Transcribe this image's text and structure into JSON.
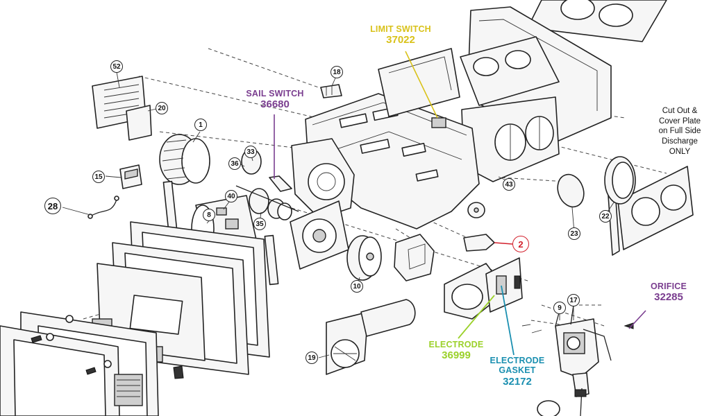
{
  "colors": {
    "limit_switch": "#d9c21a",
    "sail_switch": "#7a3d8f",
    "orifice": "#7a3d8f",
    "electrode": "#9bd12a",
    "electrode_gasket": "#1a8fb0",
    "highlight_part": "#d21f2b"
  },
  "callouts": {
    "limit_switch": {
      "label": "LIMIT SWITCH",
      "part": "37022"
    },
    "sail_switch": {
      "label": "SAIL SWITCH",
      "part": "36680"
    },
    "orifice": {
      "label": "ORIFICE",
      "part": "32285"
    },
    "electrode": {
      "label": "ELECTRODE",
      "part": "36999"
    },
    "electrode_gasket": {
      "label_line1": "ELECTRODE",
      "label_line2": "GASKET",
      "part": "32172"
    }
  },
  "note": {
    "line1": "Cut Out &",
    "line2": "Cover Plate",
    "line3": "on Full Side",
    "line4": "Discharge",
    "line5": "ONLY"
  },
  "part_numbers": {
    "p52": "52",
    "p20": "20",
    "p1": "1",
    "p15": "15",
    "p28": "28",
    "p33": "33",
    "p36": "36",
    "p40": "40",
    "p8": "8",
    "p35": "35",
    "p18": "18",
    "p43": "43",
    "p22": "22",
    "p23": "23",
    "p2": "2",
    "p10": "10",
    "p19": "19",
    "p9": "9",
    "p17": "17"
  }
}
